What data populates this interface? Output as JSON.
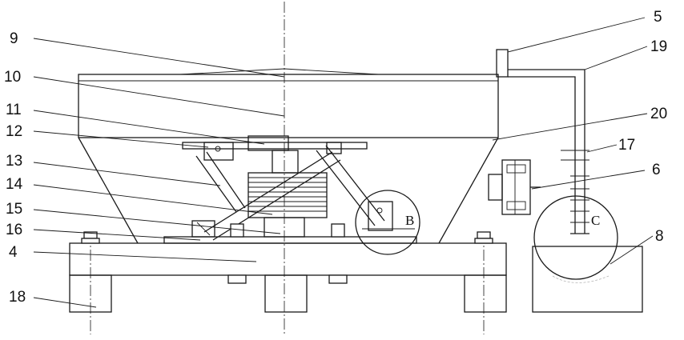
{
  "labels": {
    "l9": "9",
    "l10": "10",
    "l11": "11",
    "l12": "12",
    "l13": "13",
    "l14": "14",
    "l15": "15",
    "l16": "16",
    "l4": "4",
    "l18": "18",
    "l5": "5",
    "l19": "19",
    "l20": "20",
    "l17": "17",
    "l6": "6",
    "l8": "8"
  },
  "details": {
    "b": "B",
    "c": "C"
  },
  "colors": {
    "line": "#1a1a1a",
    "background": "#ffffff"
  }
}
